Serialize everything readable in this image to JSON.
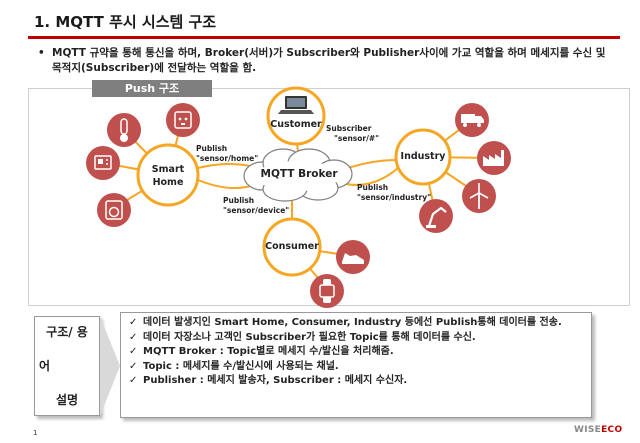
{
  "title": "1. MQTT 푸시 시스템 구조",
  "bullet": {
    "marker": "•",
    "text": "MQTT 규약을 통해 통신을 하며, Broker(서버)가 Subscriber와 Publisher사이에 가교 역할을 하며 메세지를 수신 및 목적지(Subscriber)에 전달하는 역할을 함."
  },
  "diagram": {
    "label": "Push 구조",
    "nodes": {
      "broker": "MQTT Broker",
      "smart_home_line1": "Smart",
      "smart_home_line2": "Home",
      "customer": "Customer",
      "industry": "Industry",
      "consumer": "Consumer"
    },
    "edges": {
      "pub_home_1": "Publish",
      "pub_home_2": "\"sensor/home\"",
      "sub_1": "Subscriber",
      "sub_2": "\"sensor/#\"",
      "pub_device_1": "Publish",
      "pub_device_2": "\"sensor/device\"",
      "pub_industry_1": "Publish",
      "pub_industry_2": "\"sensor/industry\""
    },
    "colors": {
      "ring": "#f5a623",
      "icon_bg": "#c0504d",
      "hub_line": "#f5a623"
    }
  },
  "description": {
    "label_line1": "구조/ 용",
    "label_line2": "어",
    "label_line3": "설명",
    "check": "✓",
    "items": [
      "데이터 발생지인 Smart Home, Consumer, Industry 등에선 Publish통해 데이터를 전송.",
      "데이터 자장소나 고객인 Subscriber가 필요한 Topic를 통해 데이터를 수신.",
      "MQTT Broker : Topic별로 메세지 수/발신을 처리해줌.",
      "Topic : 메세지를 수/발신시에 사용되는 채널.",
      "Publisher : 메세지 발송자, Subscriber : 메세지 수신자."
    ]
  },
  "footer": {
    "page": "1",
    "logo_a": "WISE",
    "logo_b": "ECO"
  }
}
